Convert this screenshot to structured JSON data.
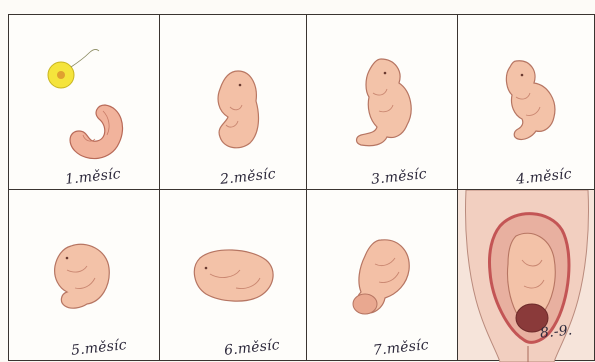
{
  "figure": {
    "stages": [
      {
        "id": "m1",
        "label": "1.měsíc"
      },
      {
        "id": "m2",
        "label": "2.měsíc"
      },
      {
        "id": "m3",
        "label": "3.měsíc"
      },
      {
        "id": "m4",
        "label": "4.měsíc"
      },
      {
        "id": "m5",
        "label": "5.měsíc"
      },
      {
        "id": "m6",
        "label": "6.měsíc"
      },
      {
        "id": "m7",
        "label": "7.měsíc"
      },
      {
        "id": "m89",
        "label": "8.-9."
      }
    ],
    "colors": {
      "skin": "#f3c2a8",
      "skin_shade": "#d98f78",
      "outline": "#8a4f43",
      "uterus": "#f0c8b8",
      "uterus_wall": "#c85a5a",
      "ovum": "#f3e23a"
    }
  }
}
